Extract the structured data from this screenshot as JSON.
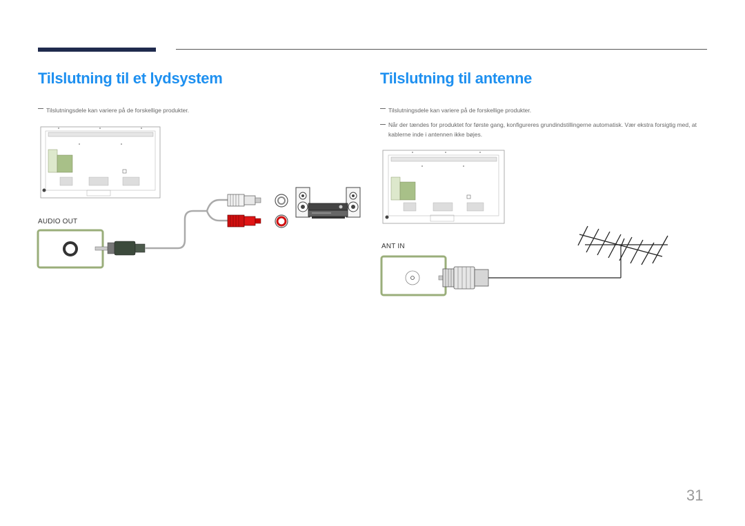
{
  "page": {
    "number": "31"
  },
  "left_section": {
    "title": "Tilslutning til et lydsystem",
    "note": "Tilslutningsdele kan variere på de forskellige produkter.",
    "port_label": "AUDIO OUT"
  },
  "right_section": {
    "title": "Tilslutning til antenne",
    "note1": "Tilslutningsdele kan variere på de forskellige produkter.",
    "note2": "Når der tændes for produktet for første gang, konfigureres grundindstillingerne automatisk. Vær ekstra forsigtig med, at kablerne inde i antennen ikke bøjes.",
    "port_label": "ANT IN"
  },
  "colors": {
    "title": "#1e90f0",
    "header_bar": "#1f2a4d",
    "port_frame": "#9aae7a",
    "rca_red": "#d01010"
  }
}
